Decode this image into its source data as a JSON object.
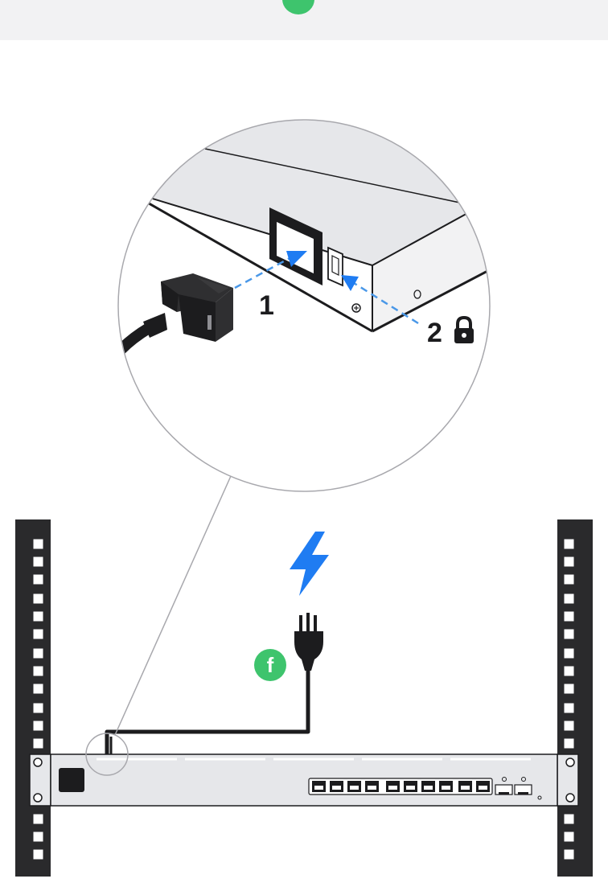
{
  "steps": [
    {
      "number": "1"
    },
    {
      "number": "2"
    }
  ],
  "badge": {
    "letter": "f",
    "color": "#3ec46d"
  },
  "icons": {
    "lock": "lock-icon",
    "power": "lightning-bolt-icon",
    "plug": "power-plug-icon"
  },
  "colors": {
    "accent_blue": "#1f7cf2",
    "guide_dash": "#4a98e8",
    "badge_green": "#3ec46d",
    "device_gray": "#e6e7ea",
    "rack_dark": "#2a2a2c"
  }
}
